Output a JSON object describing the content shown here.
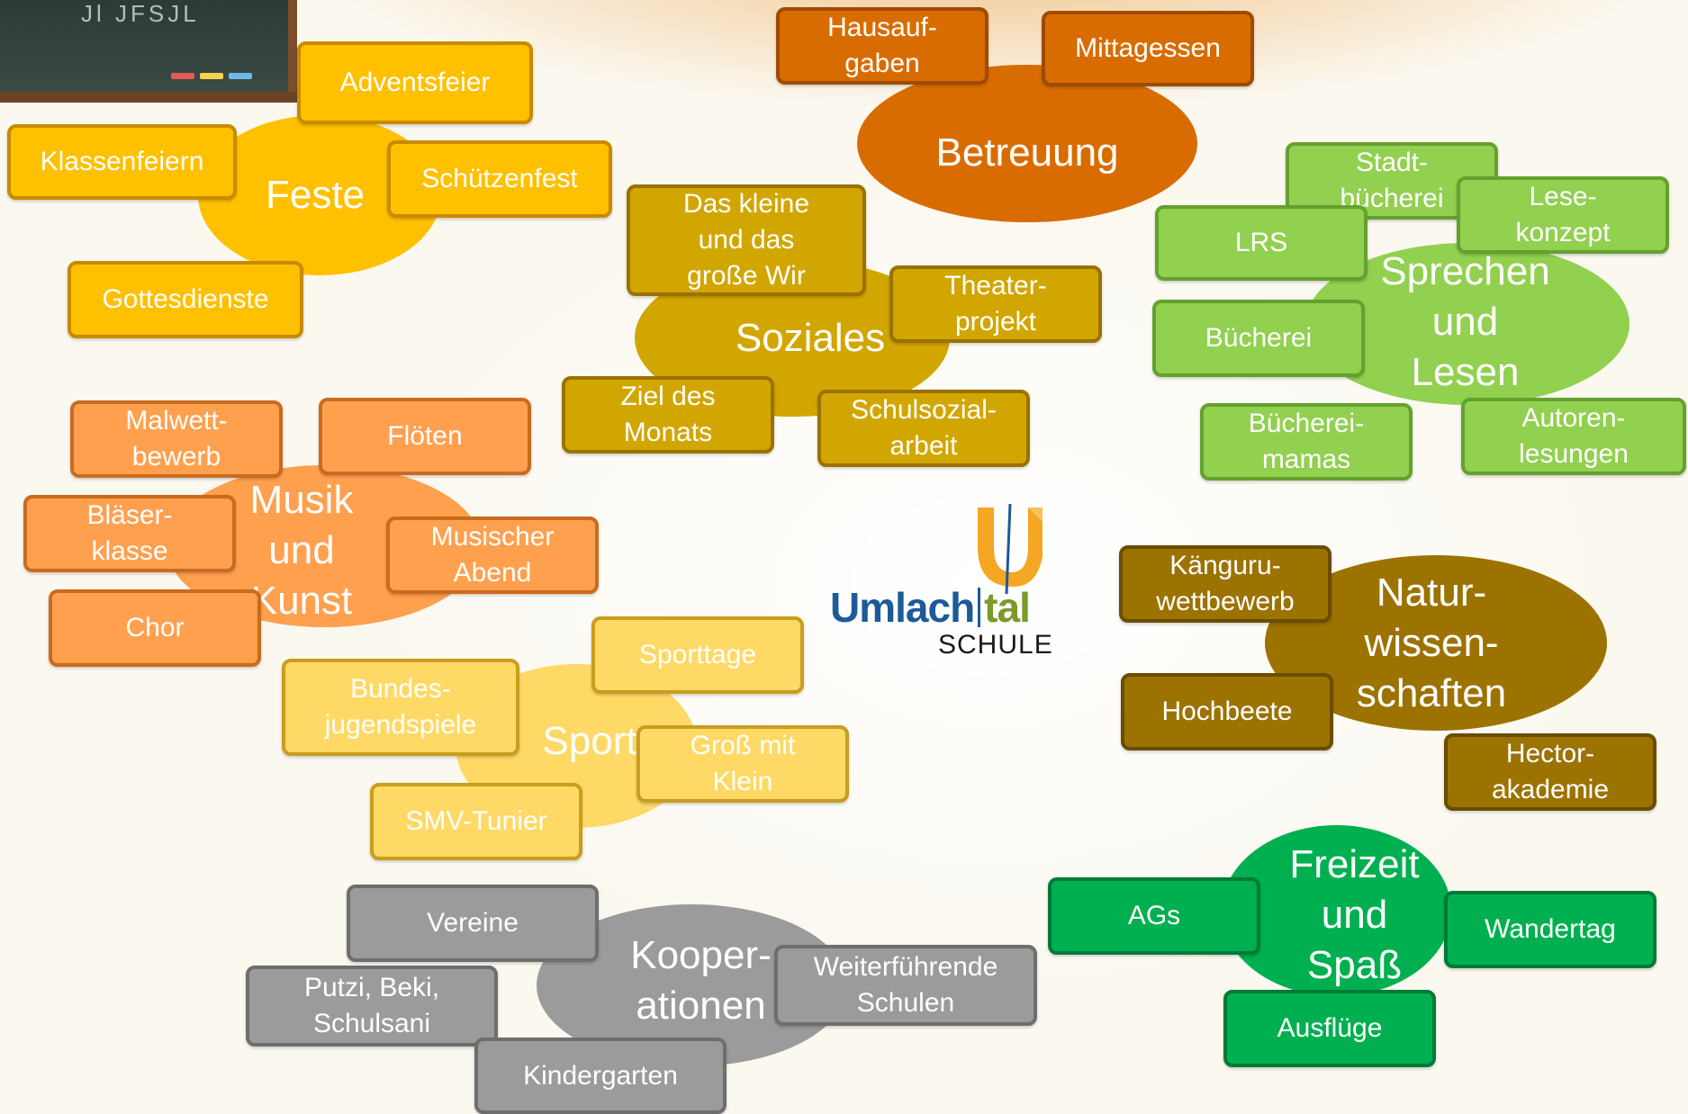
{
  "colors": {
    "feste": "#ffc000",
    "betreuung": "#d96c00",
    "soziales": "#d2a600",
    "sprechen_lesen": "#92d050",
    "musik_kunst": "#ffa04f",
    "sport": "#ffd966",
    "naturwissenschaften": "#9c7200",
    "kooperationen": "#9b9b9b",
    "freizeit": "#00b050"
  },
  "logo": {
    "word1": "Umlach",
    "word2": "tal",
    "word3": "SCHULE"
  },
  "decor": {
    "chalk_scribble": "Jl JFSJL"
  },
  "clusters": {
    "feste": {
      "title": "Feste",
      "items": [
        "Adventsfeier",
        "Klassenfeiern",
        "Schützenfest",
        "Gottesdienste"
      ]
    },
    "betreuung": {
      "title": "Betreuung",
      "items": [
        "Hausauf-\ngaben",
        "Mittagessen"
      ]
    },
    "soziales": {
      "title": "Soziales",
      "items": [
        "Das kleine\nund das\ngroße Wir",
        "Theater-\nprojekt",
        "Ziel des\nMonats",
        "Schulsozial-\narbeit"
      ]
    },
    "sprechen": {
      "title": "Sprechen\nund\nLesen",
      "items": [
        "Stadt-\nbücherei",
        "Lese-\nkonzept",
        "LRS",
        "Bücherei",
        "Bücherei-\nmamas",
        "Autoren-\nlesungen"
      ]
    },
    "musik": {
      "title": "Musik\nund\nKunst",
      "items": [
        "Malwett-\nbewerb",
        "Flöten",
        "Bläser-\nklasse",
        "Musischer\nAbend",
        "Chor"
      ]
    },
    "sport": {
      "title": "Sport",
      "items": [
        "Sporttage",
        "Bundes-\njugendspiele",
        "Groß mit\nKlein",
        "SMV-Tunier"
      ]
    },
    "natur": {
      "title": "Natur-\nwissen-\nschaften",
      "items": [
        "Känguru-\nwettbewerb",
        "Hochbeete",
        "Hector-\nakademie"
      ]
    },
    "koop": {
      "title": "Kooper-\nationen",
      "items": [
        "Vereine",
        "Putzi, Beki,\nSchulsani",
        "Weiterführende\nSchulen",
        "Kindergarten"
      ]
    },
    "freizeit": {
      "title": "Freizeit\nund\nSpaß",
      "items": [
        "AGs",
        "Wandertag",
        "Ausflüge"
      ]
    }
  }
}
